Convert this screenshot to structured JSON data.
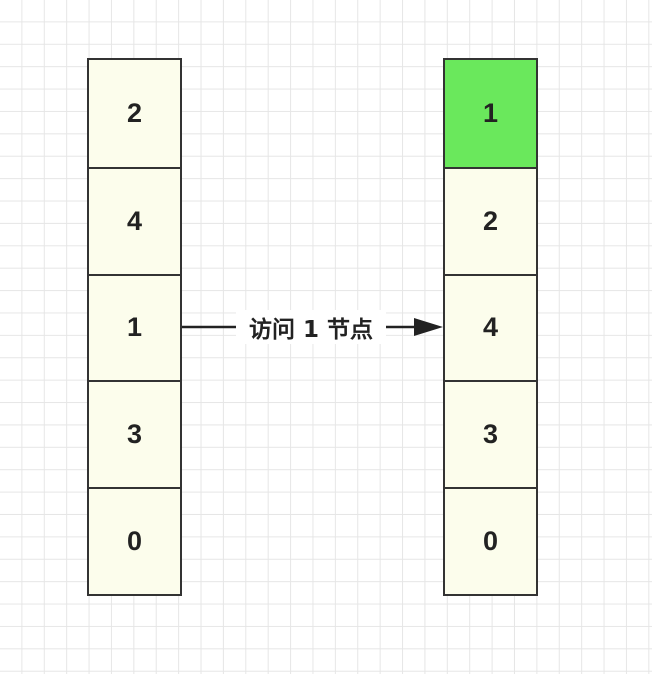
{
  "left_stack": {
    "cells": [
      "2",
      "4",
      "1",
      "3",
      "0"
    ]
  },
  "right_stack": {
    "cells": [
      "1",
      "2",
      "4",
      "3",
      "0"
    ],
    "highlight_color": "#6ae85c"
  },
  "edge": {
    "label": "访问 1 节点"
  },
  "colors": {
    "cell_fill": "#fcfdec",
    "border": "#333333"
  }
}
